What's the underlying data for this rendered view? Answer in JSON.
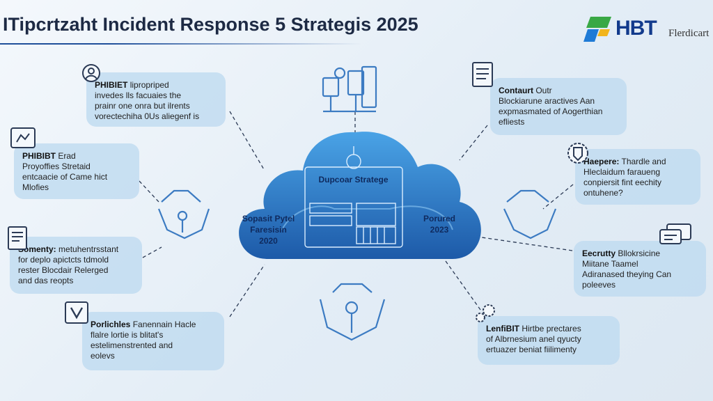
{
  "title": "ITipcrtzaht Incident Response 5 Strategis 2025",
  "brand": {
    "name": "HBT",
    "sub": "Flerdicart"
  },
  "cloud": {
    "top_label": "Dupcoar Stratege",
    "left_label": [
      "Sopasit Pytel",
      "Faresisin",
      "2020"
    ],
    "right_label": [
      "Porured",
      "2023"
    ]
  },
  "boxes": [
    {
      "bold": "PHIBIET",
      "lines": [
        "lipropriped",
        "invedes lls facuaies the",
        "prainr one onra but ilrents",
        "vorectechiha 0Us aliegenf is"
      ]
    },
    {
      "bold": "PHIBIBT",
      "lines": [
        "Erad",
        "Proyoffies Stretaid",
        "entcaacie of Came hict",
        "Mlofies"
      ]
    },
    {
      "bold": "Somenty:",
      "lines": [
        "metuhentrsstant",
        "for deplo apictcts tdmold",
        "rester Blocdair Relerged",
        "and das reopts"
      ]
    },
    {
      "bold": "Porlichles",
      "lines": [
        "Fanennain Hacle",
        "flalre lortie is blitat's",
        "estelimenstrented and",
        "eolevs"
      ]
    },
    {
      "bold": "Contaurt",
      "lines": [
        "Outr",
        "Blockiarune aractives Aan",
        "expmasmated of Aogerthian",
        "efliests"
      ]
    },
    {
      "bold": "Haepere:",
      "lines": [
        "Thardle and",
        "Hleclaidum faraueng",
        "conpiersit fint eechity",
        "ontuhene?"
      ]
    },
    {
      "bold": "Eecrutty",
      "lines": [
        "Bllokrsicine",
        "Miitane Taamel",
        "Adiranased theying Can",
        "poleeves"
      ]
    },
    {
      "bold": "LenfiBIT",
      "lines": [
        "Hirtbe prectares",
        "of Albrnesium anel qyucty",
        "ertuazer beniat fiilimenty"
      ]
    }
  ],
  "icons": {
    "cloud": "cloud-icon",
    "gear": "gear-icon",
    "document": "document-icon",
    "chat": "chat-icon",
    "shield": "shield-icon",
    "handshake": "handshake-icon",
    "network": "network-icon",
    "lock": "lock-icon",
    "server": "server-icon"
  },
  "colors": {
    "accent": "#1f6fc0",
    "cloud_light": "#4aa3e6",
    "cloud_dark": "#1d5aa8",
    "box": "#bedaf0",
    "title": "#1d2a44",
    "brand": "#123a8c"
  }
}
